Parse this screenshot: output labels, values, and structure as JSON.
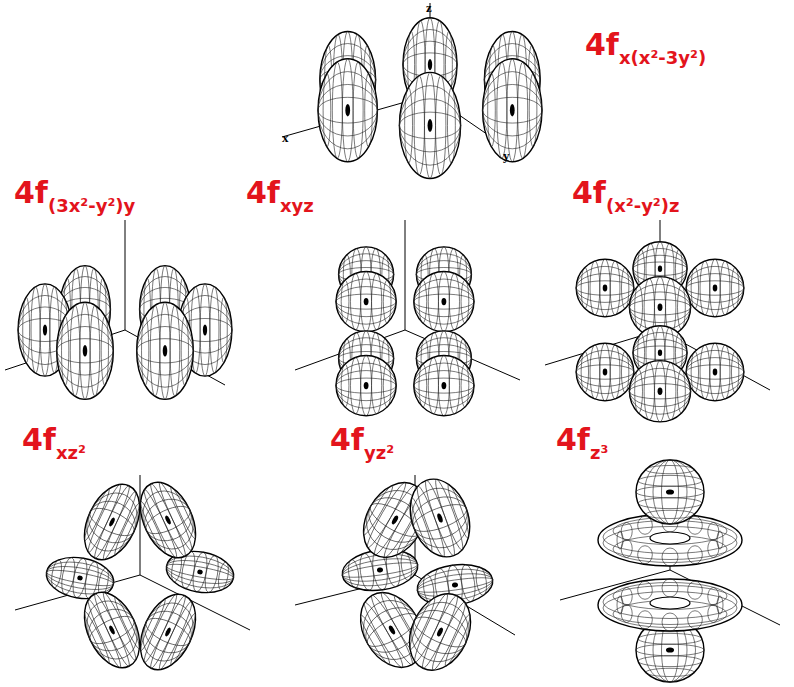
{
  "diagram": {
    "labels": [
      "z",
      "x",
      "y",
      "4f",
      "x(x²-3y²)",
      "4f",
      "(3x²-y²)y",
      "4f",
      "xyz",
      "4f",
      "(x²-y²)z",
      "4f",
      "xz²",
      "4f",
      "yz²",
      "4f",
      "z³"
    ]
  }
}
